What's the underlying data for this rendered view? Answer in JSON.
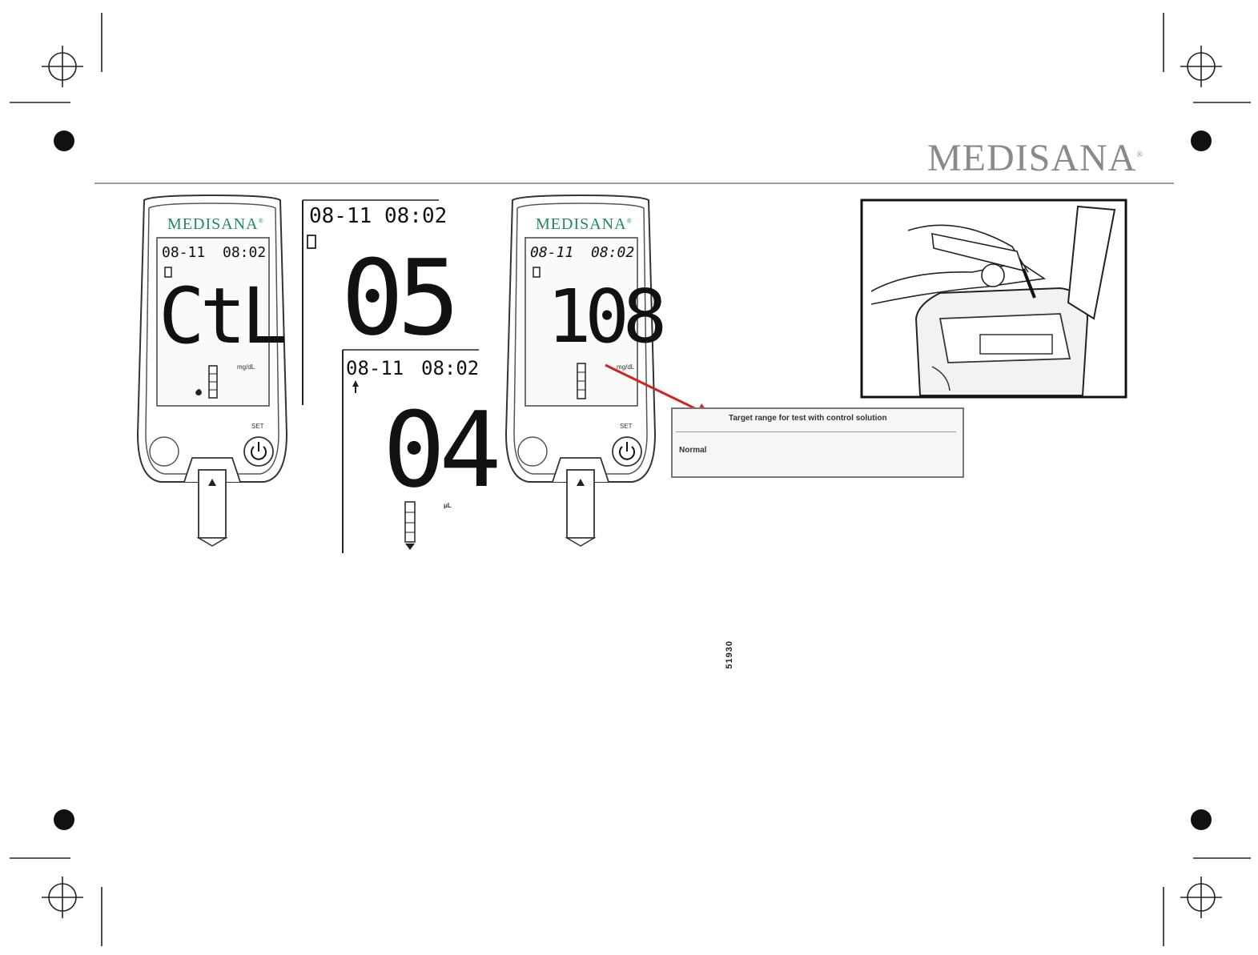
{
  "brand": {
    "name": "MEDISANA",
    "reg": "®"
  },
  "meter_left": {
    "brand": "MEDISANA",
    "date": "08-11",
    "time": "08:02",
    "reading": "CtL",
    "unit": "mg/dL",
    "button_label": "SET"
  },
  "panel_05": {
    "date": "08-11",
    "time": "08:02",
    "reading": "05"
  },
  "panel_04": {
    "date": "08-11",
    "time": "08:02",
    "reading": "04",
    "unit": "μL"
  },
  "meter_right": {
    "brand": "MEDISANA",
    "date": "08-11",
    "time": "08:02",
    "reading": "108",
    "unit": "mg/dL",
    "button_label": "SET"
  },
  "target_box": {
    "title": "Target range for test with control solution",
    "row_label": "Normal"
  },
  "side_code": "51930",
  "colors": {
    "brand_green": "#1e8a5a",
    "arrow_red": "#d42222",
    "header_gray": "#8a8a8a"
  }
}
